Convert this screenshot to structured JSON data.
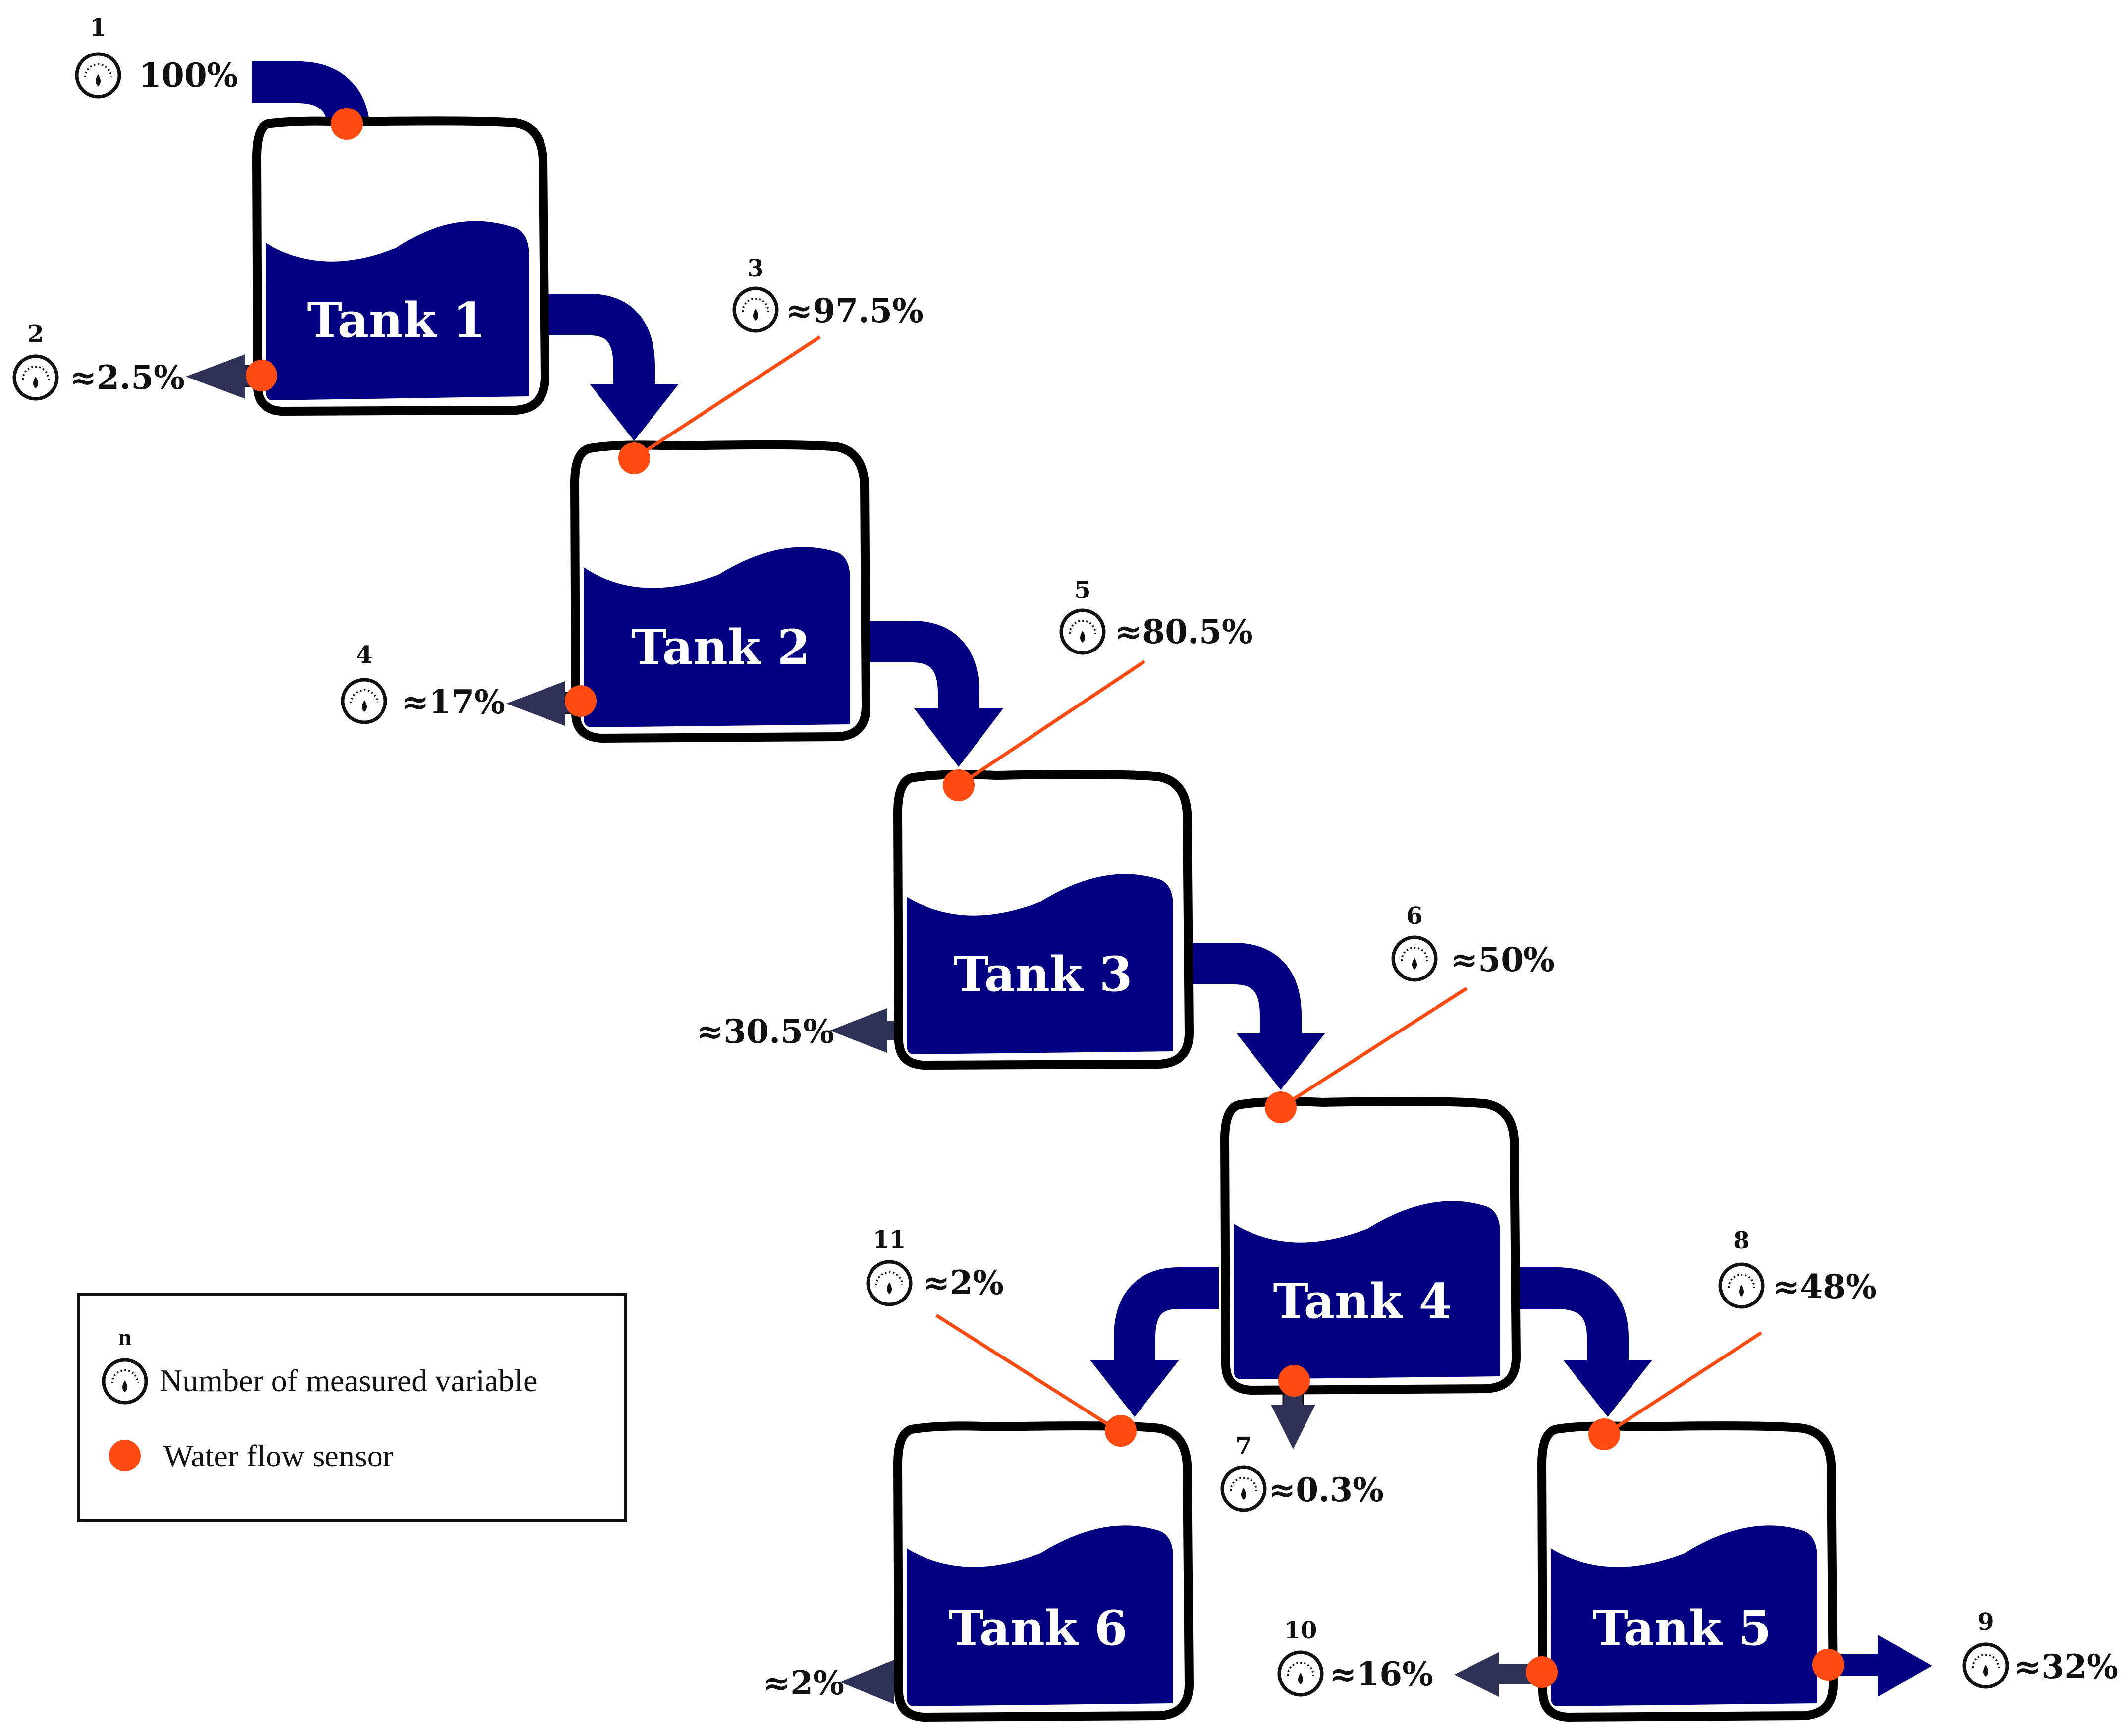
{
  "tanks": [
    {
      "id": 1,
      "label": "Tank 1"
    },
    {
      "id": 2,
      "label": "Tank 2"
    },
    {
      "id": 3,
      "label": "Tank 3"
    },
    {
      "id": 4,
      "label": "Tank 4"
    },
    {
      "id": 5,
      "label": "Tank 5"
    },
    {
      "id": 6,
      "label": "Tank 6"
    }
  ],
  "measurements": {
    "m1": {
      "number": "1",
      "value": "100%"
    },
    "m2": {
      "number": "2",
      "value": "≈2.5%"
    },
    "m3": {
      "number": "3",
      "value": "≈97.5%"
    },
    "m4": {
      "number": "4",
      "value": "≈17%"
    },
    "m5": {
      "number": "5",
      "value": "≈80.5%"
    },
    "m6": {
      "number": "6",
      "value": "≈50%"
    },
    "m7": {
      "number": "7",
      "value": "≈0.3%"
    },
    "m8": {
      "number": "8",
      "value": "≈48%"
    },
    "m9": {
      "number": "9",
      "value": "≈32%"
    },
    "m10": {
      "number": "10",
      "value": "≈16%"
    },
    "m11": {
      "number": "11",
      "value": "≈2%"
    }
  },
  "unmeasured": {
    "tank3_outflow": "≈30.5%",
    "tank6_outflow": "≈2%"
  },
  "legend": {
    "n_symbol": "n",
    "gauge_label": "Number of measured variable",
    "sensor_label": "Water flow sensor"
  },
  "colors": {
    "water": "#000080",
    "pipe": "#000080",
    "outflow_arrow": "#2f3156",
    "sensor": "#ff4a12",
    "tank_outline": "#000000"
  }
}
